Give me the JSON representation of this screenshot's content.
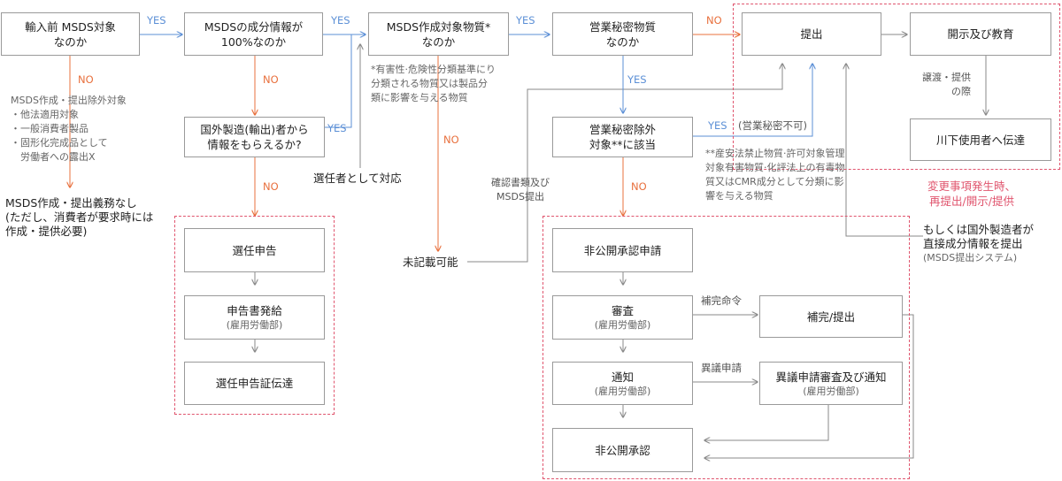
{
  "boxes": {
    "import_msds": "輸入前 MSDS対象\nなのか",
    "component_100": "MSDSの成分情報が\n100%なのか",
    "msds_target": "MSDS作成対象物質*\nなのか",
    "trade_secret": "営業秘密物質\nなのか",
    "submit": "提出",
    "disclosure": "開示及び教育",
    "foreign_mfr": "国外製造(輸出)者から\n情報をもらえるか?",
    "secret_exclusion": "営業秘密除外\n対象**に該当",
    "downstream": "川下使用者へ伝達",
    "appoint_report": "選任申告",
    "report_issue": "申告書発給",
    "report_issue_sub": "(雇用労働部)",
    "appoint_cert": "選任申告証伝達",
    "nondisclosure_apply": "非公開承認申請",
    "review": "審査",
    "review_sub": "(雇用労働部)",
    "supplement": "補完/提出",
    "notice": "通知",
    "notice_sub": "(雇用労働部)",
    "objection_review": "異議申請審査及び通知",
    "objection_review_sub": "(雇用労働部)",
    "nondisclosure_approved": "非公開承認"
  },
  "labels": {
    "yes": "YES",
    "no": "NO",
    "yes_secret_na": "(営業秘密不可)",
    "transfer": "譲渡・提供\nの際",
    "supplement_order": "補完命令",
    "objection": "異議申請",
    "confirm_docs": "確認書類及び\nMSDS提出"
  },
  "notes": {
    "exempt": "MSDS作成・提出除外対象\n・他法適用対象\n・一般消費者製品\n・固形化完成品として\n　労働者への露出X",
    "no_obligation": "MSDS作成・提出義務なし\n(ただし、消費者が要求時には\n作成・提供必要)",
    "appointee": "選任者として対応",
    "not_stated": "未記載可能",
    "star1": "*有害性·危険性分類基準にり\n分類される物質又は製品分\n類に影響を与える物質",
    "star2": "**産安法禁止物質·許可対象管理\n対象有害物質·化評法上の有毒物\n質又はCMR成分として分類に影\n響を与える物質",
    "change_event": "変更事項発生時、\n再提出/開示/提供",
    "foreign_direct": "もしくは国外製造者が\n直接成分情報を提出",
    "foreign_direct_sub": "(MSDS提出システム)"
  },
  "colors": {
    "yes": "#5b8fd6",
    "no": "#e8703d",
    "dashed_group": "#e0556e",
    "box_border": "#9a9a9a",
    "neutral_line": "#8a8a8a"
  }
}
